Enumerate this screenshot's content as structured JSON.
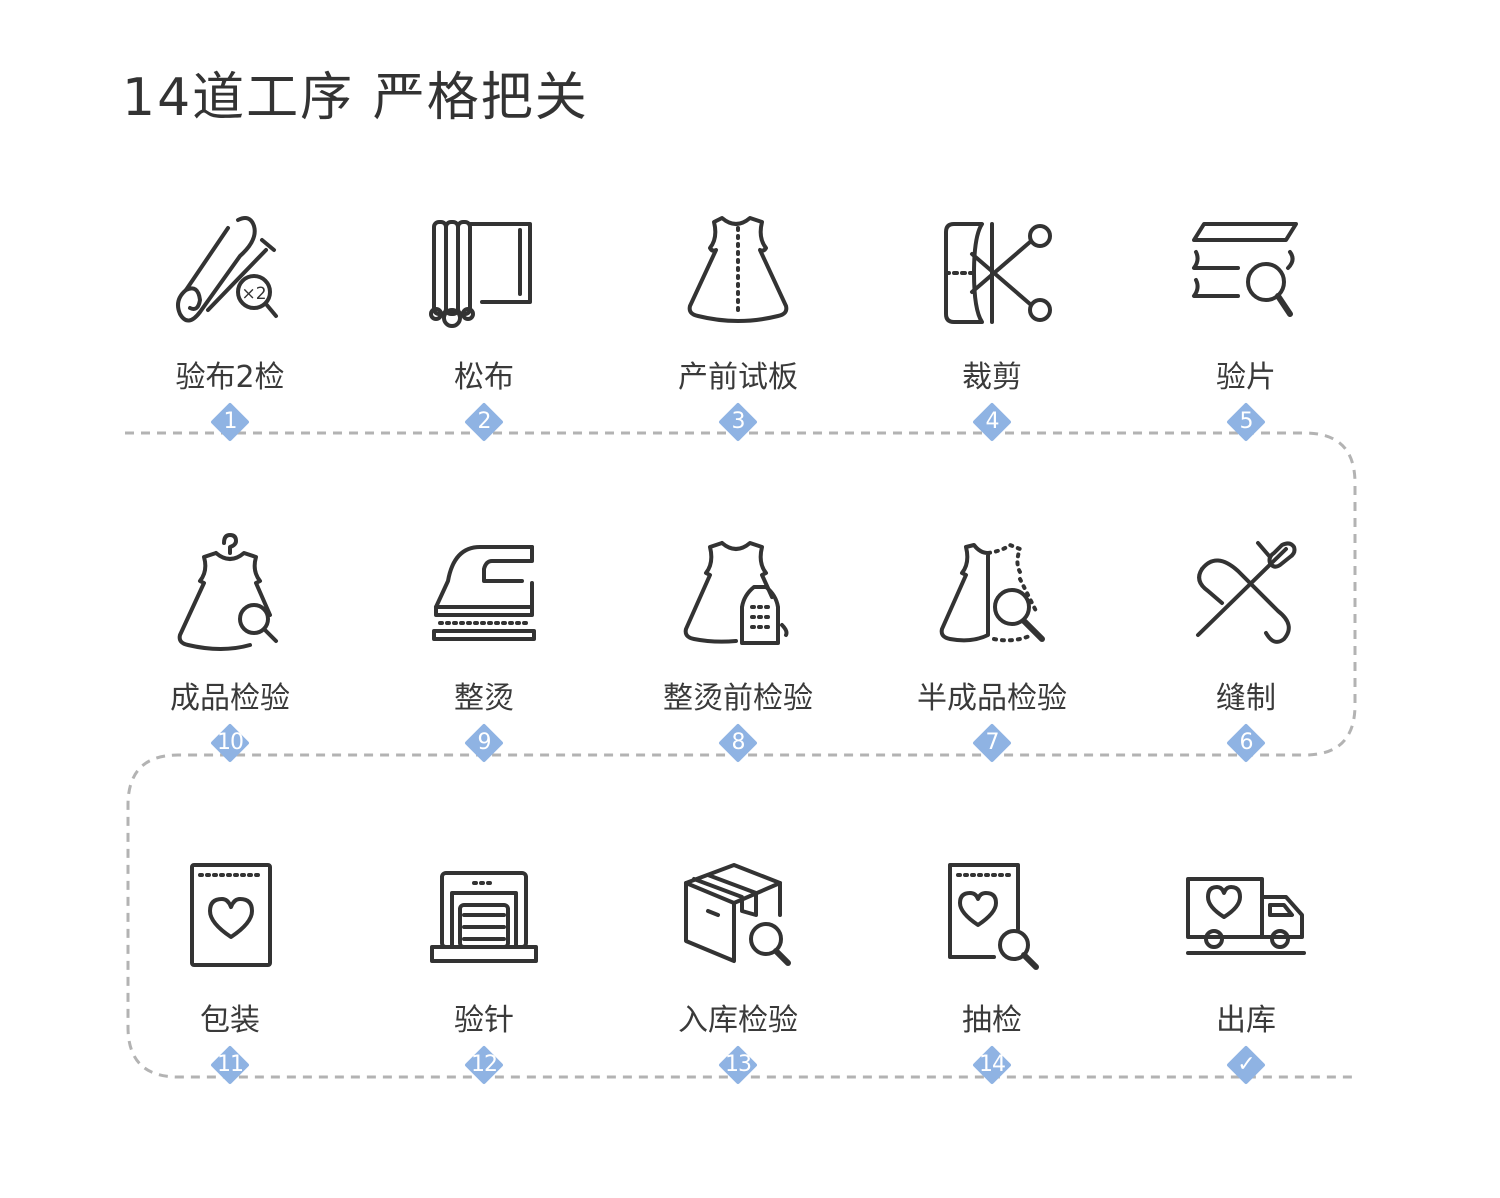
{
  "title": "14道工序  严格把关",
  "colors": {
    "path": "#b3b3b3",
    "badge": "#8fb3e3",
    "icon_stroke": "#333333",
    "text": "#3a3a3a"
  },
  "steps": [
    {
      "number": "1",
      "label": "验布2检",
      "icon": "fabric-roll-inspect-icon",
      "magnifier_text": "×2"
    },
    {
      "number": "2",
      "label": "松布",
      "icon": "fabric-relax-icon"
    },
    {
      "number": "3",
      "label": "产前试板",
      "icon": "sample-dress-icon"
    },
    {
      "number": "4",
      "label": "裁剪",
      "icon": "scissors-cut-icon"
    },
    {
      "number": "5",
      "label": "验片",
      "icon": "cut-pieces-inspect-icon"
    },
    {
      "number": "6",
      "label": "缝制",
      "icon": "needle-thread-icon"
    },
    {
      "number": "7",
      "label": "半成品检验",
      "icon": "half-dress-inspect-icon"
    },
    {
      "number": "8",
      "label": "整烫前检验",
      "icon": "dress-iron-inspect-icon"
    },
    {
      "number": "9",
      "label": "整烫",
      "icon": "iron-icon"
    },
    {
      "number": "10",
      "label": "成品检验",
      "icon": "hanger-dress-inspect-icon"
    },
    {
      "number": "11",
      "label": "包装",
      "icon": "package-bag-icon"
    },
    {
      "number": "12",
      "label": "验针",
      "icon": "needle-detector-icon"
    },
    {
      "number": "13",
      "label": "入库检验",
      "icon": "box-inspect-icon"
    },
    {
      "number": "14",
      "label": "抽检",
      "icon": "bag-inspect-icon"
    },
    {
      "number": "✓",
      "label": "出库",
      "icon": "delivery-truck-icon"
    }
  ]
}
